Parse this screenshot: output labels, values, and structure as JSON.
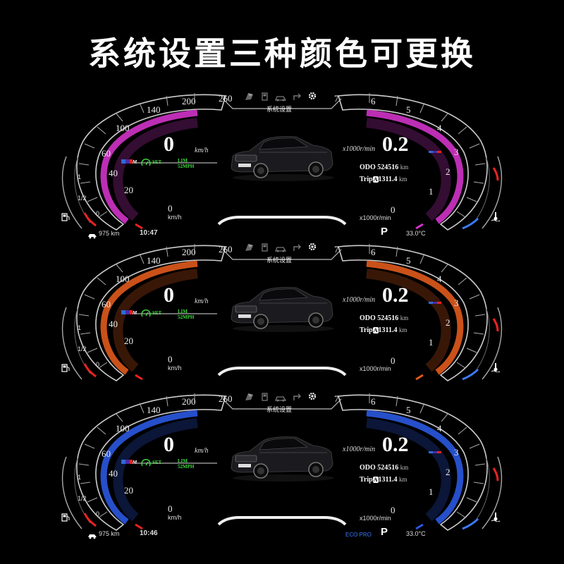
{
  "headline": "系统设置三种颜色可更换",
  "colors": {
    "pink": "#d033c8",
    "orange": "#e05a1c",
    "blue": "#2a58e0"
  },
  "panels": [
    {
      "accent": "#d033c8",
      "speed_ticks": [
        "0",
        "20",
        "40",
        "60",
        "100",
        "140",
        "200",
        "260"
      ],
      "speed_value": "0",
      "speed_unit": "km/h",
      "speed_unit_bottom": "km/h",
      "set_label": "SET",
      "lim_label": "LIM",
      "lim_value": "52MPH",
      "rpm_ticks": [
        "0",
        "1",
        "2",
        "3",
        "4",
        "5",
        "6",
        "7"
      ],
      "rpm_value": "0.2",
      "rpm_unit": "x1000r/min",
      "rpm_unit_bottom": "x1000r/min",
      "fuel_labels": [
        "1",
        "1/2",
        "0"
      ],
      "settings_label": "系统设置",
      "odo_label": "ODO",
      "odo_value": "524516",
      "odo_unit": "km",
      "trip_label": "Trip",
      "trip_badge": "A",
      "trip_value": "1311.4",
      "trip_unit": "km",
      "range": "975 km",
      "time": "10:47",
      "drive_mode": "",
      "gear": "P",
      "temp": "33.0°C"
    },
    {
      "accent": "#e05a1c",
      "speed_ticks": [
        "0",
        "20",
        "40",
        "60",
        "100",
        "140",
        "200",
        "260"
      ],
      "speed_value": "0",
      "speed_unit": "km/h",
      "speed_unit_bottom": "km/h",
      "set_label": "SET",
      "lim_label": "LIM",
      "lim_value": "52MPH",
      "rpm_ticks": [
        "0",
        "1",
        "2",
        "3",
        "4",
        "5",
        "6",
        "7"
      ],
      "rpm_value": "0.2",
      "rpm_unit": "x1000r/min",
      "rpm_unit_bottom": "x1000r/min",
      "fuel_labels": [
        "1",
        "1/2",
        "0"
      ],
      "settings_label": "系统设置",
      "odo_label": "ODO",
      "odo_value": "524516",
      "odo_unit": "km",
      "trip_label": "Trip",
      "trip_badge": "A",
      "trip_value": "1311.4",
      "trip_unit": "km",
      "range": "",
      "time": "",
      "drive_mode": "",
      "gear": "",
      "temp": ""
    },
    {
      "accent": "#2a58e0",
      "speed_ticks": [
        "0",
        "20",
        "40",
        "60",
        "100",
        "140",
        "200",
        "260"
      ],
      "speed_value": "0",
      "speed_unit": "km/h",
      "speed_unit_bottom": "km/h",
      "set_label": "SET",
      "lim_label": "LIM",
      "lim_value": "52MPH",
      "rpm_ticks": [
        "0",
        "1",
        "2",
        "3",
        "4",
        "5",
        "6",
        "7"
      ],
      "rpm_value": "0.2",
      "rpm_unit": "x1000r/min",
      "rpm_unit_bottom": "x1000r/min",
      "fuel_labels": [
        "1",
        "1/2",
        "0"
      ],
      "settings_label": "系统设置",
      "odo_label": "ODO",
      "odo_value": "524516",
      "odo_unit": "km",
      "trip_label": "Trip",
      "trip_badge": "A",
      "trip_value": "1311.4",
      "trip_unit": "km",
      "range": "975 km",
      "time": "10:46",
      "drive_mode": "ECO PRO",
      "gear": "P",
      "temp": "33.0°C"
    }
  ],
  "icons": [
    "racing-flag-icon",
    "fuel-pump-icon",
    "car-icon",
    "turn-arrow-icon",
    "gear-icon",
    "fuel-gauge-icon",
    "oil-temp-icon",
    "range-icon"
  ]
}
